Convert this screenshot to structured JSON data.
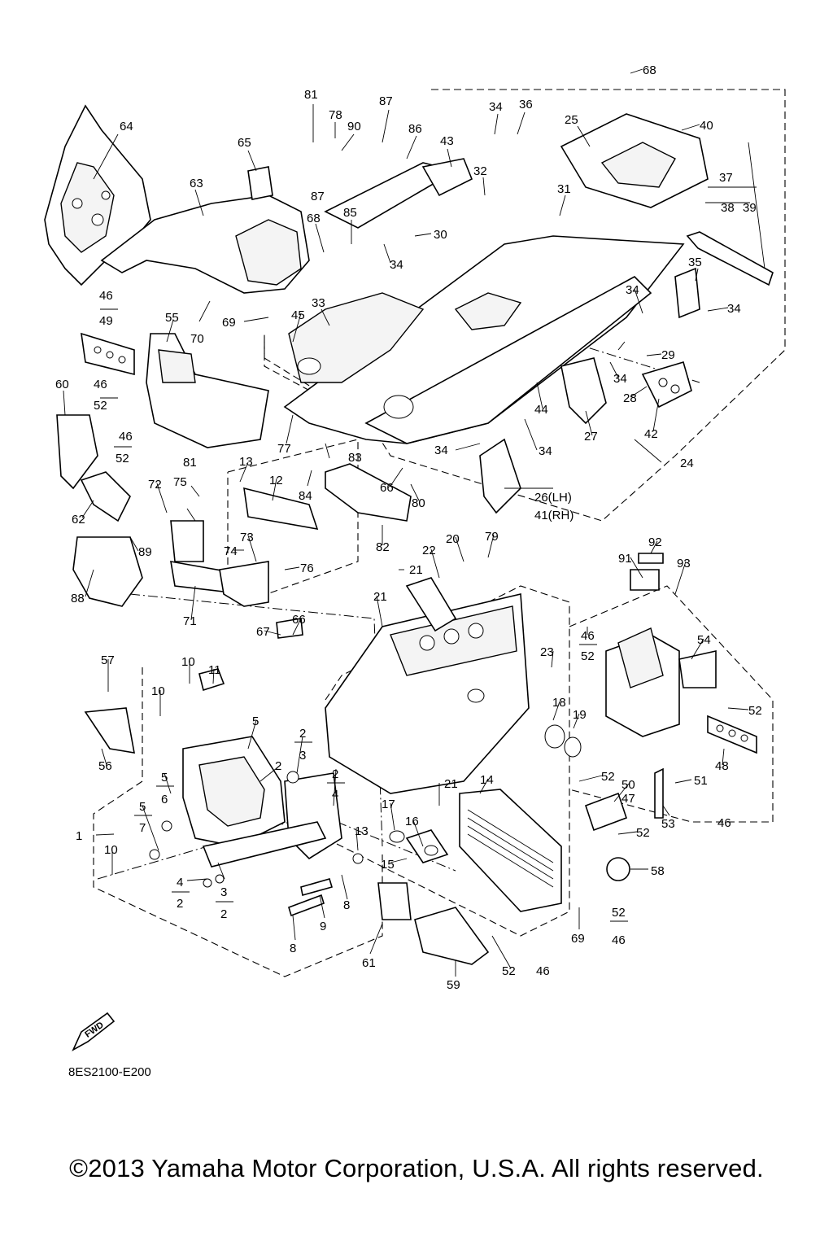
{
  "diagram_code": "8ES2100-E200",
  "fwd_label": "FWD",
  "copyright": "©2013 Yamaha Motor Corporation, U.S.A. All rights reserved.",
  "callouts": {
    "c64": "64",
    "c65": "65",
    "c63": "63",
    "c81a": "81",
    "c78": "78",
    "c90": "90",
    "c87a": "87",
    "c86": "86",
    "c34a": "34",
    "c36": "36",
    "c25": "25",
    "c68a": "68",
    "c40": "40",
    "c43": "43",
    "c32": "32",
    "c87b": "87",
    "c68b": "68",
    "c85": "85",
    "c31": "31",
    "c37": "37",
    "c38": "38",
    "c39": "39",
    "c30": "30",
    "c34b": "34",
    "c35": "35",
    "c34c": "34",
    "c33": "33",
    "c45": "45",
    "c69a": "69",
    "c70": "70",
    "c55": "55",
    "c46a": "46",
    "c49": "49",
    "c34d": "34",
    "c29": "29",
    "c34e": "34",
    "c28": "28",
    "c60": "60",
    "c46b": "46",
    "c52a": "52",
    "c46c": "46",
    "c52b": "52",
    "c44": "44",
    "c27": "27",
    "c42": "42",
    "c77": "77",
    "c83": "83",
    "c34f": "34",
    "c34g": "34",
    "c24": "24",
    "c13a": "13",
    "c12": "12",
    "c81b": "81",
    "c75": "75",
    "c72": "72",
    "c84": "84",
    "c66a": "66",
    "c80": "80",
    "c26": "26(LH)",
    "c41": "41(RH)",
    "c62": "62",
    "c89": "89",
    "c73": "73",
    "c74": "74",
    "c76": "76",
    "c82": "82",
    "c20": "20",
    "c79": "79",
    "c22": "22",
    "c21a": "21",
    "c21b": "21",
    "c88": "88",
    "c71": "71",
    "c92": "92",
    "c91": "91",
    "c93": "93",
    "c67": "67",
    "c66b": "66",
    "c46d": "46",
    "c52c": "52",
    "c54": "54",
    "c57": "57",
    "c10a": "10",
    "c11": "11",
    "c23": "23",
    "c10b": "10",
    "c18": "18",
    "c19": "19",
    "c52d": "52",
    "c5a": "5",
    "c2a": "2",
    "c3a": "3",
    "c2b": "2",
    "c56": "56",
    "c48": "48",
    "c5b": "5",
    "c6": "6",
    "c2c": "2",
    "c4a": "4",
    "c52e": "52",
    "c21c": "21",
    "c14": "14",
    "c47": "47",
    "c50": "50",
    "c51": "51",
    "c5c": "5",
    "c7": "7",
    "c13b": "13",
    "c17": "17",
    "c16": "16",
    "c53": "53",
    "c1": "1",
    "c10c": "10",
    "c52f": "52",
    "c46e": "46",
    "c15": "15",
    "c58": "58",
    "c4b": "4",
    "c2d": "2",
    "c3b": "3",
    "c2e": "2",
    "c8a": "8",
    "c9": "9",
    "c52g": "52",
    "c69b": "69",
    "c46f": "46",
    "c8b": "8",
    "c61": "61",
    "c52h": "52",
    "c46g": "46",
    "c59": "59"
  }
}
